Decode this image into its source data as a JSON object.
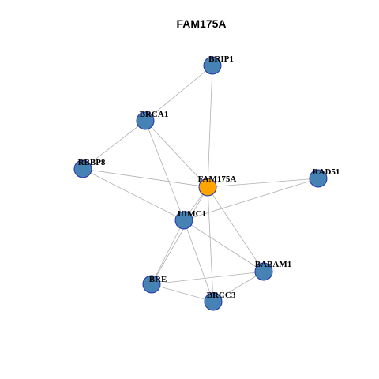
{
  "title": "FAM175A",
  "colors": {
    "center_fill": "#FFA500",
    "node_fill": "#4682B4",
    "node_stroke": "#2233aa",
    "edge": "#b0b0b0"
  },
  "nodes": [
    {
      "id": "BRIP1",
      "label": "BRIP1",
      "center": false
    },
    {
      "id": "BRCA1",
      "label": "BRCA1",
      "center": false
    },
    {
      "id": "RBBP8",
      "label": "RBBP8",
      "center": false
    },
    {
      "id": "FAM175A",
      "label": "FAM175A",
      "center": true
    },
    {
      "id": "RAD51",
      "label": "RAD51",
      "center": false
    },
    {
      "id": "UIMC1",
      "label": "UIMC1",
      "center": false
    },
    {
      "id": "BABAM1",
      "label": "BABAM1",
      "center": false
    },
    {
      "id": "BRE",
      "label": "BRE",
      "center": false
    },
    {
      "id": "BRCC3",
      "label": "BRCC3",
      "center": false
    }
  ],
  "edges": [
    [
      "BRIP1",
      "BRCA1"
    ],
    [
      "BRIP1",
      "FAM175A"
    ],
    [
      "BRCA1",
      "RBBP8"
    ],
    [
      "BRCA1",
      "FAM175A"
    ],
    [
      "BRCA1",
      "UIMC1"
    ],
    [
      "RBBP8",
      "FAM175A"
    ],
    [
      "RBBP8",
      "UIMC1"
    ],
    [
      "FAM175A",
      "RAD51"
    ],
    [
      "FAM175A",
      "UIMC1"
    ],
    [
      "FAM175A",
      "BABAM1"
    ],
    [
      "FAM175A",
      "BRE"
    ],
    [
      "FAM175A",
      "BRCC3"
    ],
    [
      "RAD51",
      "UIMC1"
    ],
    [
      "UIMC1",
      "BABAM1"
    ],
    [
      "UIMC1",
      "BRE"
    ],
    [
      "UIMC1",
      "BRCC3"
    ],
    [
      "BRE",
      "BABAM1"
    ],
    [
      "BRE",
      "BRCC3"
    ],
    [
      "BRCC3",
      "BABAM1"
    ]
  ]
}
